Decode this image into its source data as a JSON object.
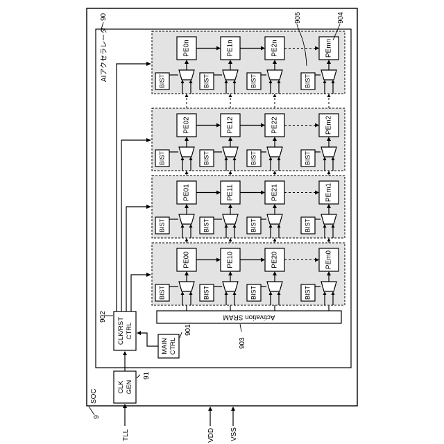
{
  "labels": {
    "soc": "SOC",
    "soc_ref": "9",
    "accel_ref": "90",
    "accel_name": "AIアクセラレータ",
    "clkgen_line1": "CLK",
    "clkgen_line2": "GEN",
    "clkgen_ref": "91",
    "clkrst_line1": "CLK/RST",
    "clkrst_line2": "CTRL",
    "clkrst_ref": "902",
    "mainctrl_line1": "MAIN",
    "mainctrl_line2": "CTRL",
    "mainctrl_ref": "901",
    "sram": "Activation SRAM",
    "sram_ref": "903",
    "bist": "BIST",
    "bist_ref": "905",
    "pe_ref": "904",
    "tll": "TLL",
    "vdd": "VDD",
    "vss": "VSS"
  },
  "groups": [
    {
      "pes": [
        "PE0n",
        "PE1n",
        "PE2n",
        "PEmn"
      ]
    },
    {
      "pes": [
        "PE02",
        "PE12",
        "PE22",
        "PEm2"
      ]
    },
    {
      "pes": [
        "PE01",
        "PE11",
        "PE21",
        "PEm1"
      ]
    },
    {
      "pes": [
        "PE00",
        "PE10",
        "PE20",
        "PEm0"
      ]
    }
  ]
}
